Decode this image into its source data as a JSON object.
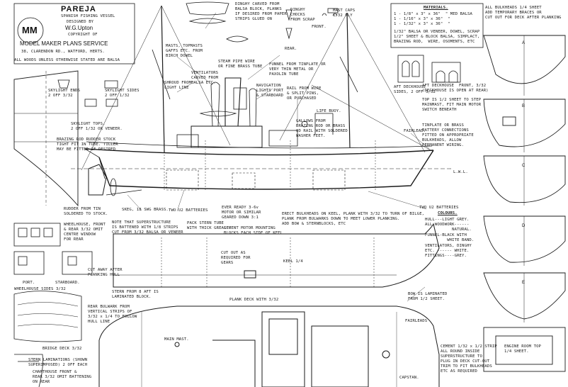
{
  "title_block": {
    "name": "PAREJA",
    "subtitle": "SPANISH FISHING VESSEL",
    "designed_by_label": "DESIGNED BY",
    "designer": "W.G.Upton",
    "copyright": "COPYRIGHT OF",
    "publisher": "MODEL MAKER PLANS SERVICE",
    "address": "38, CLARENDON RD., WATFORD, HERTS.",
    "logo_letters": "MM"
  },
  "general_note": "ALL WOODS UNLESS OTHERWISE STATED ARE BALSA",
  "materials": {
    "heading": "MATERIALS.",
    "lines": [
      "1 - 1/8\" x 3\" x 36\"  \" MED BALSA",
      "1 - 1/16\" x 3\" x 36\"  \"",
      "1 - 1/32\" x 3\" x 36\"  \"",
      "1/32\" BALSA OR VENEER, DOWEL, SCRAP",
      "1/2\" SHEET & BLOCK BALSA, SIMPLACT,",
      "BRAZING ROD,  WIRE, OSOMENTS, ETC"
    ]
  },
  "colours": {
    "heading": "COLOURS.",
    "lines": [
      "HULL---LIGHT GREY.",
      "ALL WOODWORK------",
      "           NATURAL.",
      "FUNNEL-BLACK WITH",
      "         WHITE BAND.",
      "VENTILATORS, DINGHY",
      "ETC. ------ WHITE.",
      "FITTINGS----GREY."
    ]
  },
  "annotations": {
    "dinghy_carved": "DINGHY CARVED FROM\nBALSA BLOCK, PLANKS\nIF DESIRED FROM PAPER\nSTRIPS GLUED ON",
    "dinghy_chocks": "DINGHY\nCHOCKS\nFROM SCRAP",
    "front": "FRONT.",
    "mast_caps": "MAST CAPS\n1/32 PLY",
    "rear": "REAR.",
    "masts": "MASTS, TOPMASTS\nGAFFS ETC. FROM\nBIRCH DOWEL",
    "steam_pipe": "STEAM PIPE WIRE\nOR FINE BRASS TUBE",
    "funnel": "FUNNEL FROM TINPLATE OR\nVERY THIN METAL OR\nPAXOLIN TUBE",
    "ventilators": "VENTILATORS\nCARVED FROM\nBALSA ETC.",
    "shroud": "SHROUD FROM\nLIGHT LINE",
    "nav_lights": "NAVIGATION\nLIGHTS PORT\n& STARBOARD",
    "rail": "RAIL FROM WIRE\n& SPLIT PINS,\nOR PURCHASED",
    "lifebuoy": "LIFE BUOY.",
    "gallows": "GALLOWS FROM\nBRAZING ROD OR BRASS\nOD RAIL WITH SOLDERED\nWASHER FEET.",
    "fairlead_side": "FAIRLEAD.",
    "skylight_ends": "SKYLIGHT ENDS\n2 OFF 3/32",
    "skylight_sides": "SKYLIGHT SIDES\n2 OFF 1/32",
    "skylight_tops": "SKYLIGHT TOPS.\n2 OFF 1/32 OR VENEER.",
    "brazing_rod": "BRAZING ROD RUDDER STOCK\nTIGHT FIT IN TUBE. TILLER\nMAY BE FITTED IF DESIRED",
    "aft_deckhouse_sides": "AFT DECKHOUSE\nSIDES, 2 OFF 3/32",
    "aft_deckhouse_front": "AFT DECKHOUSE  FRONT, 3/32\n(DECKHOUSE IS OPEN AT REAR)",
    "top_is": "TOP IS 1/2 SHEET TO STEP\nMAINMAST, FIT MAIN MOTOR\nSWITCH BENEATH",
    "tinplate_battery": "TINPLATE OR BRASS\nBATTERY CONNECTIONS\nFITTED ON APPROPRIATE\nBULKHEADS, ALLOW\nPERMANENT WIRING.",
    "all_bulkheads": "ALL BULKHEADS 1/4 SHEET\nADD TEMPORARY BRACES OR\nCUT OUT FOR DECK AFTER PLANKING",
    "lwl": "L.W.L.",
    "rudder": "RUDDER FROM TIN\nSOLDERED TO STOCK.",
    "skeg": "SKEG, 18 SWG BRASS.",
    "two_u2_fwd": "TWO U2 BATTERIES",
    "motor": "EVER READY 3-6v\nMOTOR OR SIMILAR\nGEARED DOWN 3:1",
    "two_u2_aft": "TWO U2 BATTERIES",
    "erect_bulkheads": "ERECT BULKHEADS ON KEEL, PLANK WITH 3/32 TO TURN OF BILGE,\nPLANK FROM BULWARKS DOWN TO MEET LOWER PLANKING.\nADD BOW & STERNBLOCKS, ETC",
    "wheelhouse": "WHEELHOUSE, FRONT\n& REAR 3/32 OMIT\nCENTRE WINDOW\nFOR REAR",
    "superstructure": "NOTE THAT SUPERSTRUCTURE\nIS BATTENED WITH 1/8 STRIPS\nCUT FROM 3/32 BALSA OR VENEER",
    "pack_stern": "PACK STERN TUBE\nWITH THICK GREASE.",
    "cement_motor": "CEMENT MOTOR MOUNTING\nBLOCKS EACH SIDE OF KEEL",
    "cut_out": "CUT OUT AS\nREQUIRED FOR\nGEARS",
    "keel": "KEEL 1/4",
    "port": "PORT.",
    "starboard": "STARBOARD.",
    "wheelhouse_sides": "WHEELHOUSE SIDES 3/32",
    "cut_away": "CUT AWAY AFTER\nPLANKING HULL",
    "stern_from": "STERN FROM 8 AFT IS\nLAMINATED BLOCK.",
    "bow_laminated": "BOW IS LAMINATED\nFROM 1/2 SHEET.",
    "rear_bulwark": "REAR BULWARK FROM\nVERTICAL STRIPS OF\n3/32 x 1/4 TO FOLLOW\nHULL LINE",
    "plank_deck": "PLANK DECK WITH 3/32",
    "main_mast": "MAIN MAST.",
    "fairleads_deck": "FAIRLEADS",
    "bridge_deck": "BRIDGE DECK 3/32",
    "stern_laminations": "STERN LAMINATIONS (SHOWN\nSUPERIMPOSED) 2 OFF EACH",
    "charthouse": "CHARTHOUSE FRONT &\nREAR 3/32 OMIT BATTENING\nON REAR",
    "cement_strip": "CEMENT 1/32 x 1/2 STRIP\nALL ROUND INSIDE\nSUPERSTRUCTURE TO\nPLUG IN DECK CUT-OUT\nTRIM TO FIT BULKHEADS\nETC AS REQUIRED",
    "capstan": "CAPSTAN.",
    "engine_room_top": "ENGINE ROOM TOP\n1/4 SHEET."
  },
  "bulkhead_letters": [
    "A",
    "B",
    "C",
    "D",
    "E"
  ]
}
